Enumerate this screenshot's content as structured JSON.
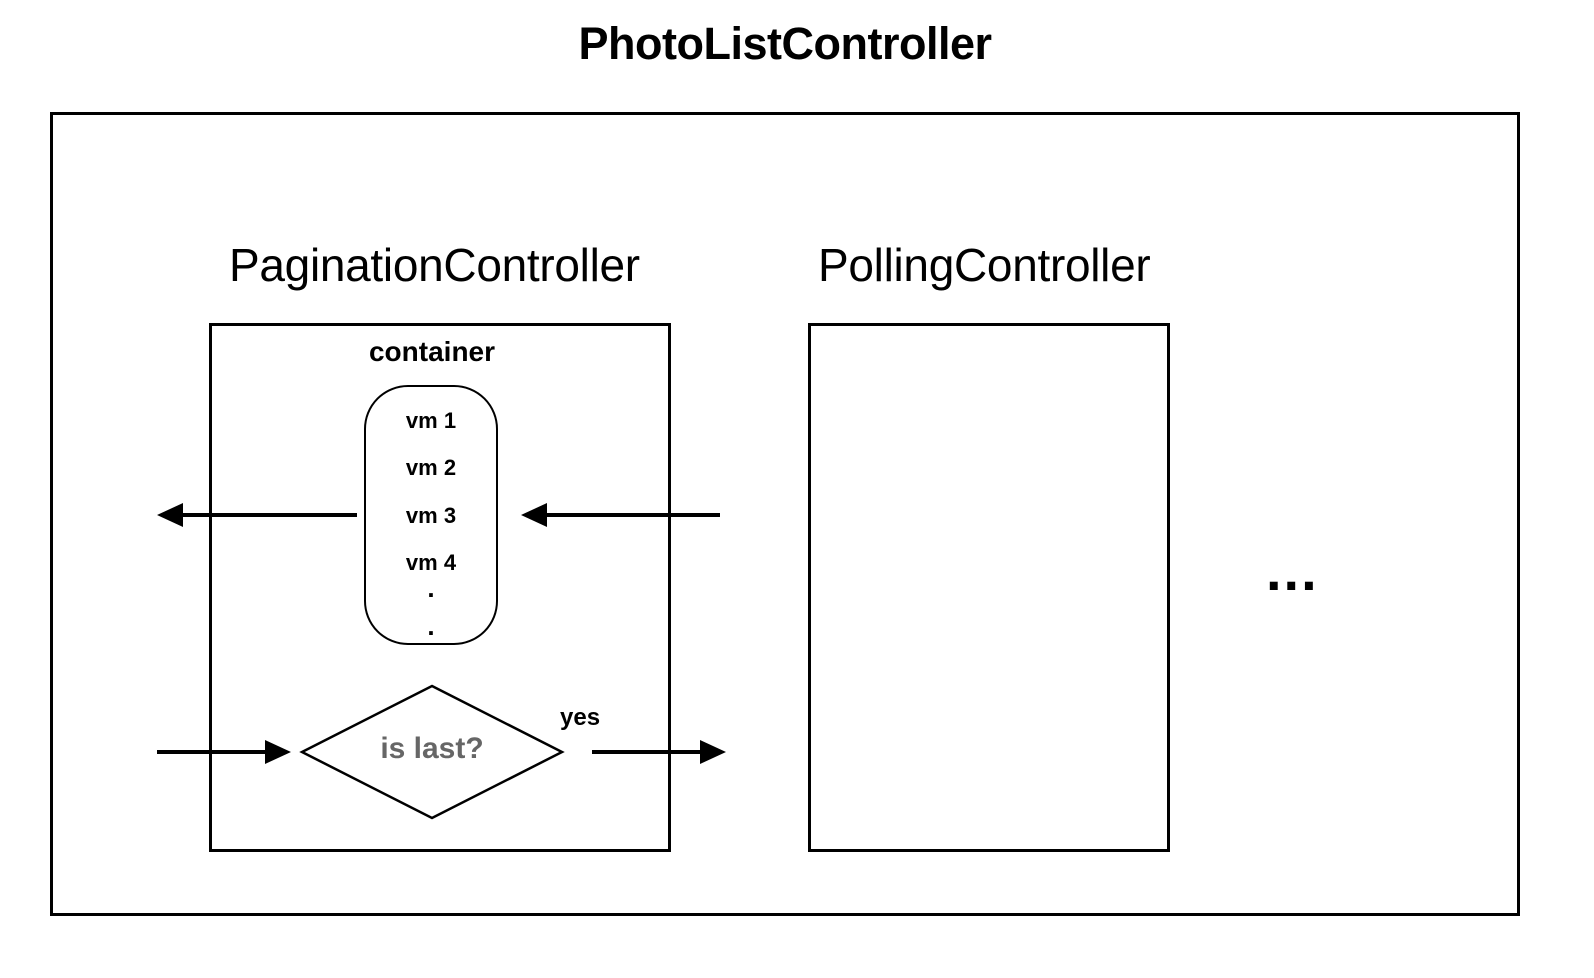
{
  "title": "PhotoListController",
  "pagination": {
    "label": "PaginationController",
    "container": {
      "label": "container",
      "items": [
        "vm 1",
        "vm 2",
        "vm 3",
        "vm 4"
      ],
      "dots": [
        ".",
        "."
      ]
    },
    "decision": {
      "text": "is last?",
      "yes_label": "yes"
    }
  },
  "polling": {
    "label": "PollingController"
  },
  "ellipsis": "..."
}
